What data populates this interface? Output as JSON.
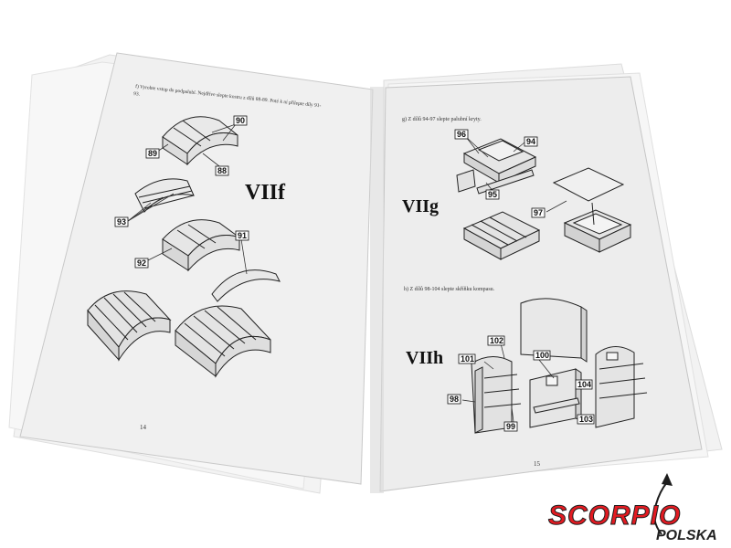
{
  "left_page": {
    "instruction_line1": "f) Vyrobte vstup do podpalubí. Nejdříve slepte kostru z dílů 88-89. Poté k ní přilepte díly 91-",
    "instruction_line2": "93.",
    "section_title": "VIIf",
    "page_number": "14",
    "part_labels": [
      "90",
      "89",
      "88",
      "93",
      "91",
      "92"
    ]
  },
  "right_page": {
    "instruction_g": "g) Z dílů 94-97 slepte palubní kryty.",
    "section_g_title": "VIIg",
    "instruction_h": "h) Z dílů 98-104 slepte skříňku kompasu.",
    "section_h_title": "VIIh",
    "page_number": "15",
    "part_labels_g": [
      "96",
      "94",
      "95",
      "97"
    ],
    "part_labels_h": [
      "102",
      "101",
      "100",
      "98",
      "99",
      "104",
      "103"
    ]
  },
  "watermark": {
    "brand": "SCORPIO",
    "sub": "POLSKA"
  }
}
